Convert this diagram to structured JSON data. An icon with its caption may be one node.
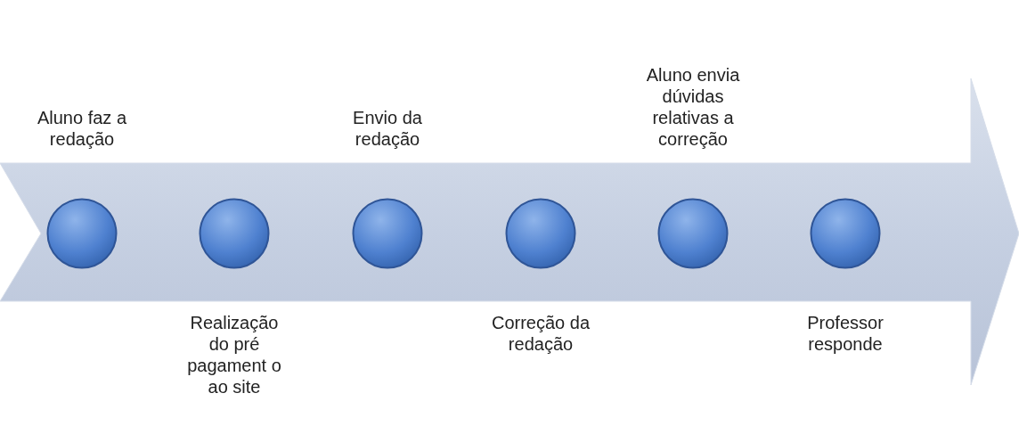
{
  "diagram": {
    "nodes": [
      {
        "text": [],
        "shape": "circle",
        "beside": [
          "Aluno faz a redação"
        ]
      },
      {
        "text": [],
        "shape": "circle",
        "beside": [
          "Realização do pré pagament o ao site"
        ]
      },
      {
        "text": [],
        "shape": "circle",
        "beside": [
          "Envio da redação"
        ]
      },
      {
        "text": [],
        "shape": "circle",
        "beside": [
          "Correção da redação"
        ]
      },
      {
        "text": [],
        "shape": "circle",
        "beside": [
          "Aluno envia dúvidas relativas a correção"
        ]
      },
      {
        "text": [],
        "shape": "circle",
        "beside": [
          "Professor responde"
        ]
      }
    ]
  }
}
